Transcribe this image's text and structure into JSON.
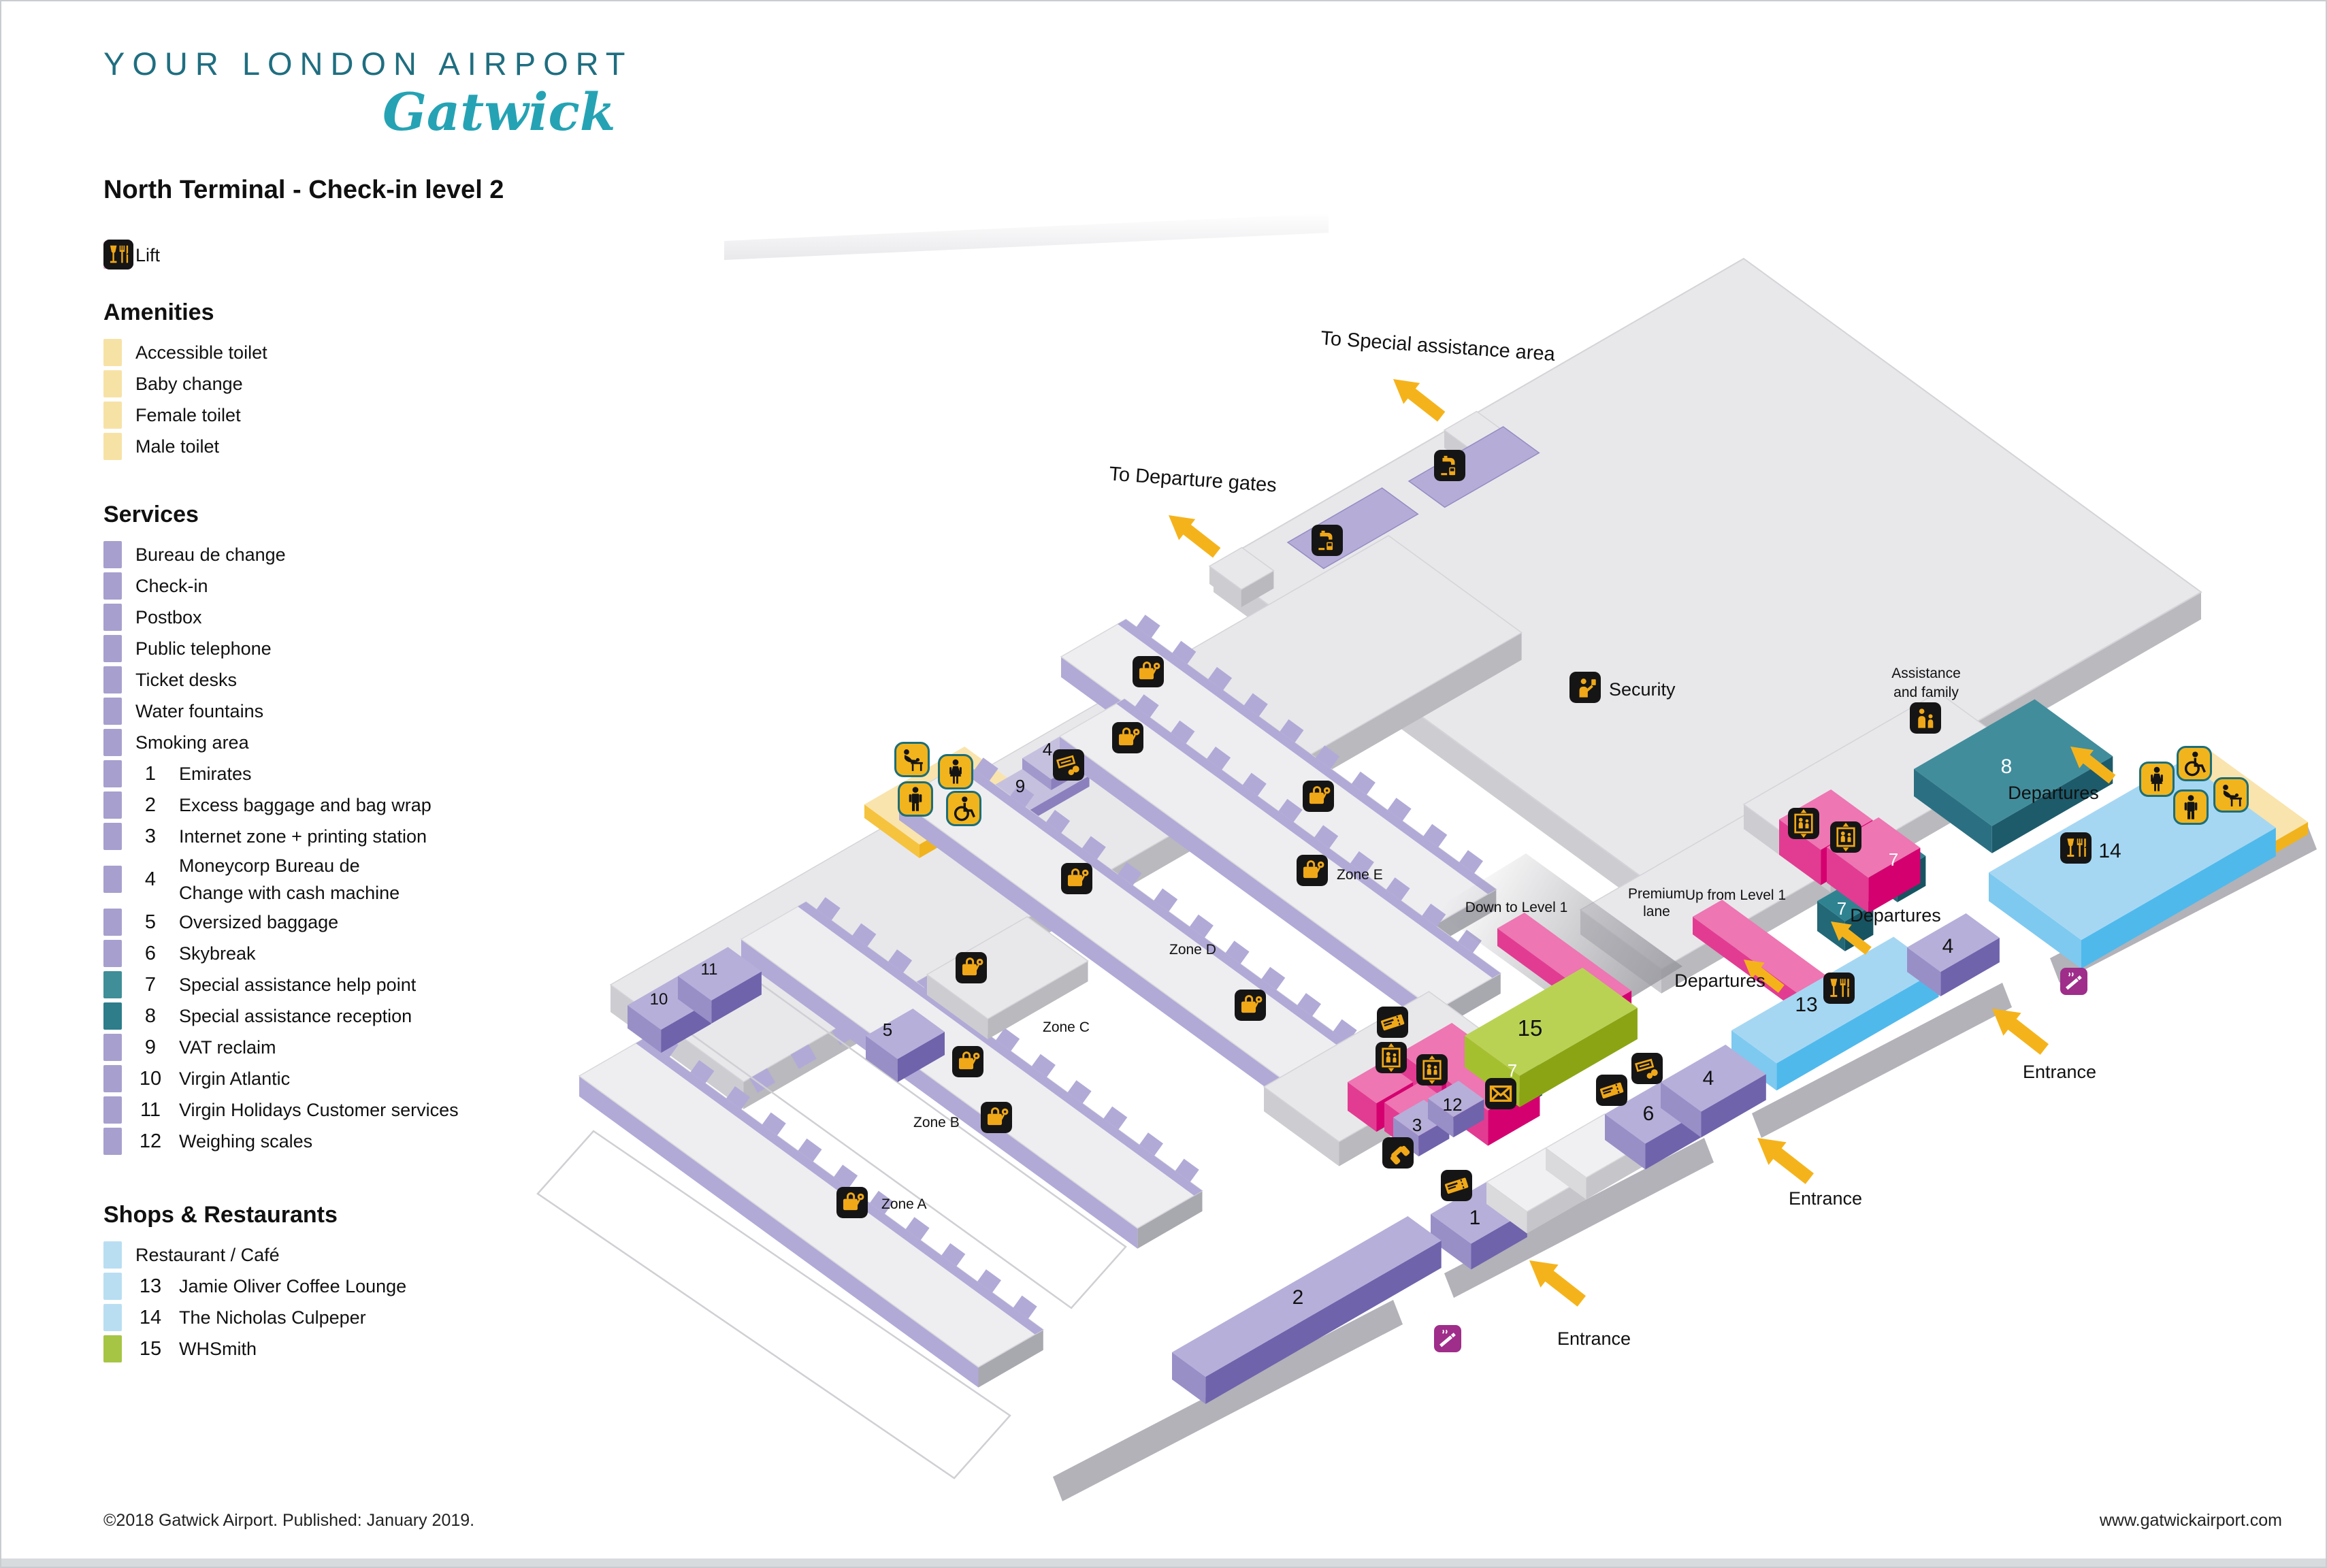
{
  "brand": {
    "wordmark": "YOUR LONDON AIRPORT",
    "script": "Gatwick"
  },
  "title": "North Terminal - Check-in level 2",
  "legend": {
    "lift": {
      "label": "Lift",
      "swatch": "#dca9c9",
      "icon": "lift"
    },
    "amenities": {
      "heading": "Amenities",
      "swatch": "#f7e2a6",
      "items": [
        {
          "icon": "accessible",
          "label": "Accessible toilet"
        },
        {
          "icon": "baby",
          "label": "Baby change"
        },
        {
          "icon": "female",
          "label": "Female toilet"
        },
        {
          "icon": "male",
          "label": "Male toilet"
        }
      ]
    },
    "services": {
      "heading": "Services",
      "swatch": "#a79fce",
      "icon_items": [
        {
          "icon": "bureau",
          "label": "Bureau de change"
        },
        {
          "icon": "checkin",
          "label": "Check-in"
        },
        {
          "icon": "postbox",
          "label": "Postbox"
        },
        {
          "icon": "phone",
          "label": "Public telephone"
        },
        {
          "icon": "ticket",
          "label": "Ticket desks"
        },
        {
          "icon": "fountain",
          "label": "Water fountains"
        },
        {
          "icon": "smoking",
          "label": "Smoking area"
        }
      ],
      "numbered_items": [
        {
          "num": "1",
          "label": "Emirates"
        },
        {
          "num": "2",
          "label": "Excess baggage and bag wrap"
        },
        {
          "num": "3",
          "label": "Internet zone + printing station"
        },
        {
          "num": "4",
          "label": "Moneycorp Bureau de",
          "label2": "Change with cash machine"
        },
        {
          "num": "5",
          "label": "Oversized baggage"
        },
        {
          "num": "6",
          "label": "Skybreak"
        },
        {
          "num": "7",
          "label": "Special assistance help point",
          "swatch": "#3f8e98"
        },
        {
          "num": "8",
          "label": "Special assistance reception",
          "swatch": "#2d7d8a"
        },
        {
          "num": "9",
          "label": "VAT reclaim"
        },
        {
          "num": "10",
          "label": "Virgin Atlantic"
        },
        {
          "num": "11",
          "label": "Virgin Holidays Customer services"
        },
        {
          "num": "12",
          "label": "Weighing scales"
        }
      ]
    },
    "shops": {
      "heading": "Shops & Restaurants",
      "swatch": "#b9def2",
      "items": [
        {
          "icon": "restaurant",
          "label": "Restaurant / Café"
        },
        {
          "num": "13",
          "label": "Jamie Oliver Coffee Lounge"
        },
        {
          "num": "14",
          "label": "The Nicholas Culpeper"
        },
        {
          "num": "15",
          "label": "WHSmith",
          "swatch": "#a6c545"
        }
      ]
    }
  },
  "map": {
    "labels": {
      "to_special": "To Special assistance area",
      "to_gates": "To Departure gates",
      "security": "Security",
      "assistance1": "Assistance",
      "assistance2": "and family",
      "departures": "Departures",
      "premium1": "Premium",
      "premium2": "lane",
      "up_level": "Up from Level 1",
      "down_level": "Down to Level 1",
      "entrance": "Entrance",
      "zones": {
        "a": "Zone A",
        "b": "Zone B",
        "c": "Zone C",
        "d": "Zone D",
        "e": "Zone E"
      }
    },
    "numbers": {
      "n1": "1",
      "n2": "2",
      "n3": "3",
      "n4": "4",
      "n5": "5",
      "n6": "6",
      "n7": "7",
      "n8": "8",
      "n9": "9",
      "n10": "10",
      "n11": "11",
      "n12": "12",
      "n13": "13",
      "n14": "14",
      "n15": "15"
    }
  },
  "footer": {
    "copyright": "©2018 Gatwick Airport. Published: January 2019.",
    "website": "www.gatwickairport.com"
  },
  "colors": {
    "brand_teal": "#1f6e80",
    "script_teal": "#25a3b4",
    "accent_yellow": "#f5b31b",
    "lift_pink": "#ee76b2",
    "teal_help": "#2f8391",
    "kerb_grey": "#b2b2b8"
  }
}
